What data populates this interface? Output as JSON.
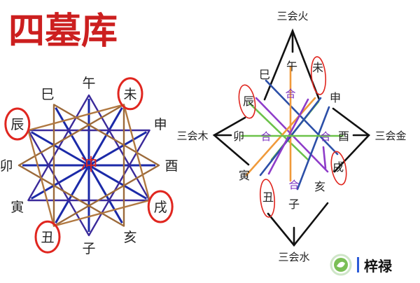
{
  "title": "四墓库",
  "left_wheel": {
    "center": "冲",
    "branches": [
      "午",
      "未",
      "申",
      "酉",
      "戌",
      "亥",
      "子",
      "丑",
      "寅",
      "卯",
      "辰",
      "巳"
    ],
    "circled": [
      "未",
      "戌",
      "丑",
      "辰"
    ]
  },
  "right_diagram": {
    "groups": {
      "top": "三会火",
      "left": "三会木",
      "right": "三会金",
      "bottom": "三会水"
    },
    "branches": {
      "si": "巳",
      "wu": "午",
      "wei": "未",
      "chen": "辰",
      "mao": "卯",
      "yin": "寅",
      "shen": "申",
      "you": "酉",
      "xu": "戌",
      "hai": "亥",
      "zi": "子",
      "chou": "丑"
    },
    "he_label": "合",
    "circled": [
      "未",
      "辰",
      "戌",
      "丑"
    ]
  },
  "watermark": {
    "brand": "梓禄"
  },
  "colors": {
    "title": "#cc1f1f",
    "circle": "#e0261f",
    "center_char": "#e0261f",
    "spoke": "#1b2aa8",
    "triangle_a": "#3b2a9a",
    "triangle_b": "#9c6a3a",
    "square": "#b07840",
    "line_black": "#111111",
    "line_green": "#6cc24a",
    "line_purple": "#8e3cc9",
    "line_orange": "#f09a3a",
    "line_blue": "#2c4fa8",
    "he_purple": "#7a2fc0"
  }
}
